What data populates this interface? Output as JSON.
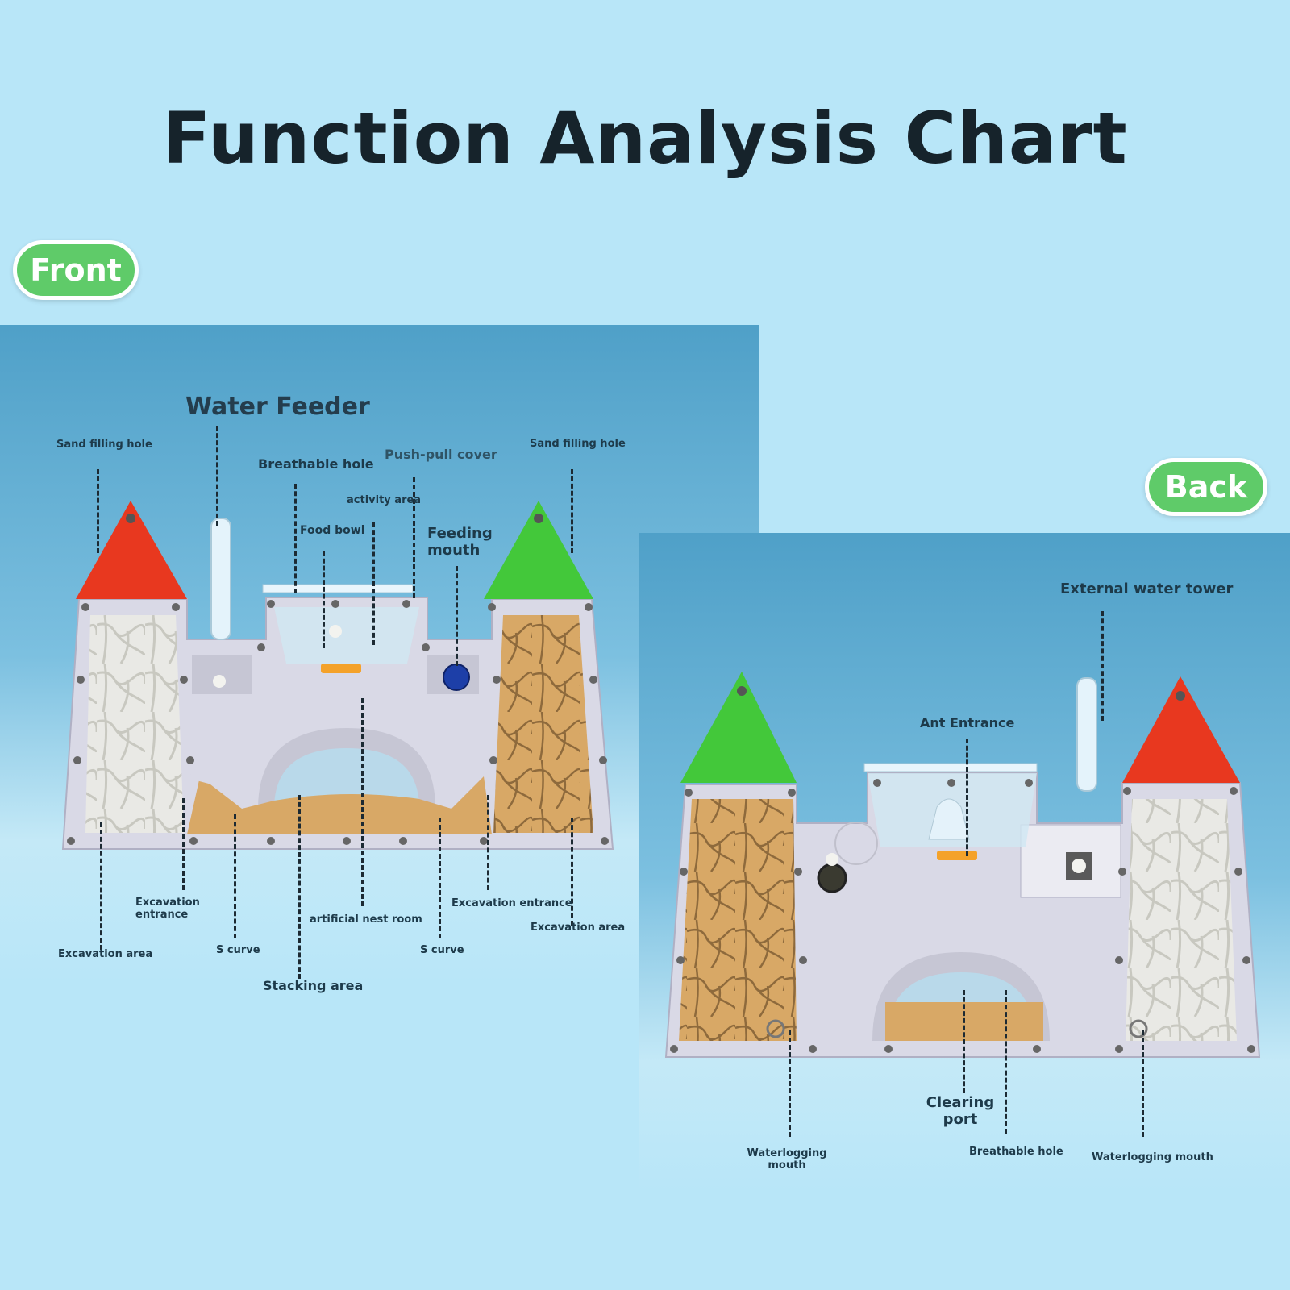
{
  "title": "Function Analysis Chart",
  "front": {
    "badge": "Front",
    "labels": {
      "water_feeder": "Water Feeder",
      "sand_filling_hole_left": "Sand filling hole",
      "sand_filling_hole_right": "Sand filling hole",
      "breathable_hole": "Breathable hole",
      "push_pull_cover": "Push-pull cover",
      "activity_area": "activity area",
      "food_bowl": "Food bowl",
      "feeding_mouth": "Feeding mouth",
      "excavation_entrance_left": "Excavation entrance",
      "excavation_entrance_right": "Excavation entrance",
      "artificial_nest_room": "artificial nest room",
      "excavation_area_left": "Excavation area",
      "excavation_area_right": "Excavation area",
      "s_curve_left": "S curve",
      "s_curve_right": "S curve",
      "stacking_area": "Stacking area"
    }
  },
  "back": {
    "badge": "Back",
    "labels": {
      "external_water_tower": "External water tower",
      "ant_entrance": "Ant Entrance",
      "clearing_port": "Clearing port",
      "waterlogging_mouth_left": "Waterlogging mouth",
      "breathable_hole": "Breathable hole",
      "waterlogging_mouth_right": "Waterlogging mouth"
    }
  },
  "colors": {
    "background": "#b8e6f8",
    "badge_green": "#5fcb69",
    "roof_red": "#e8381f",
    "roof_green": "#43c83a",
    "frame": "#d9d9e6",
    "sand": "#d8a866",
    "plaster": "#e8e8e4"
  }
}
